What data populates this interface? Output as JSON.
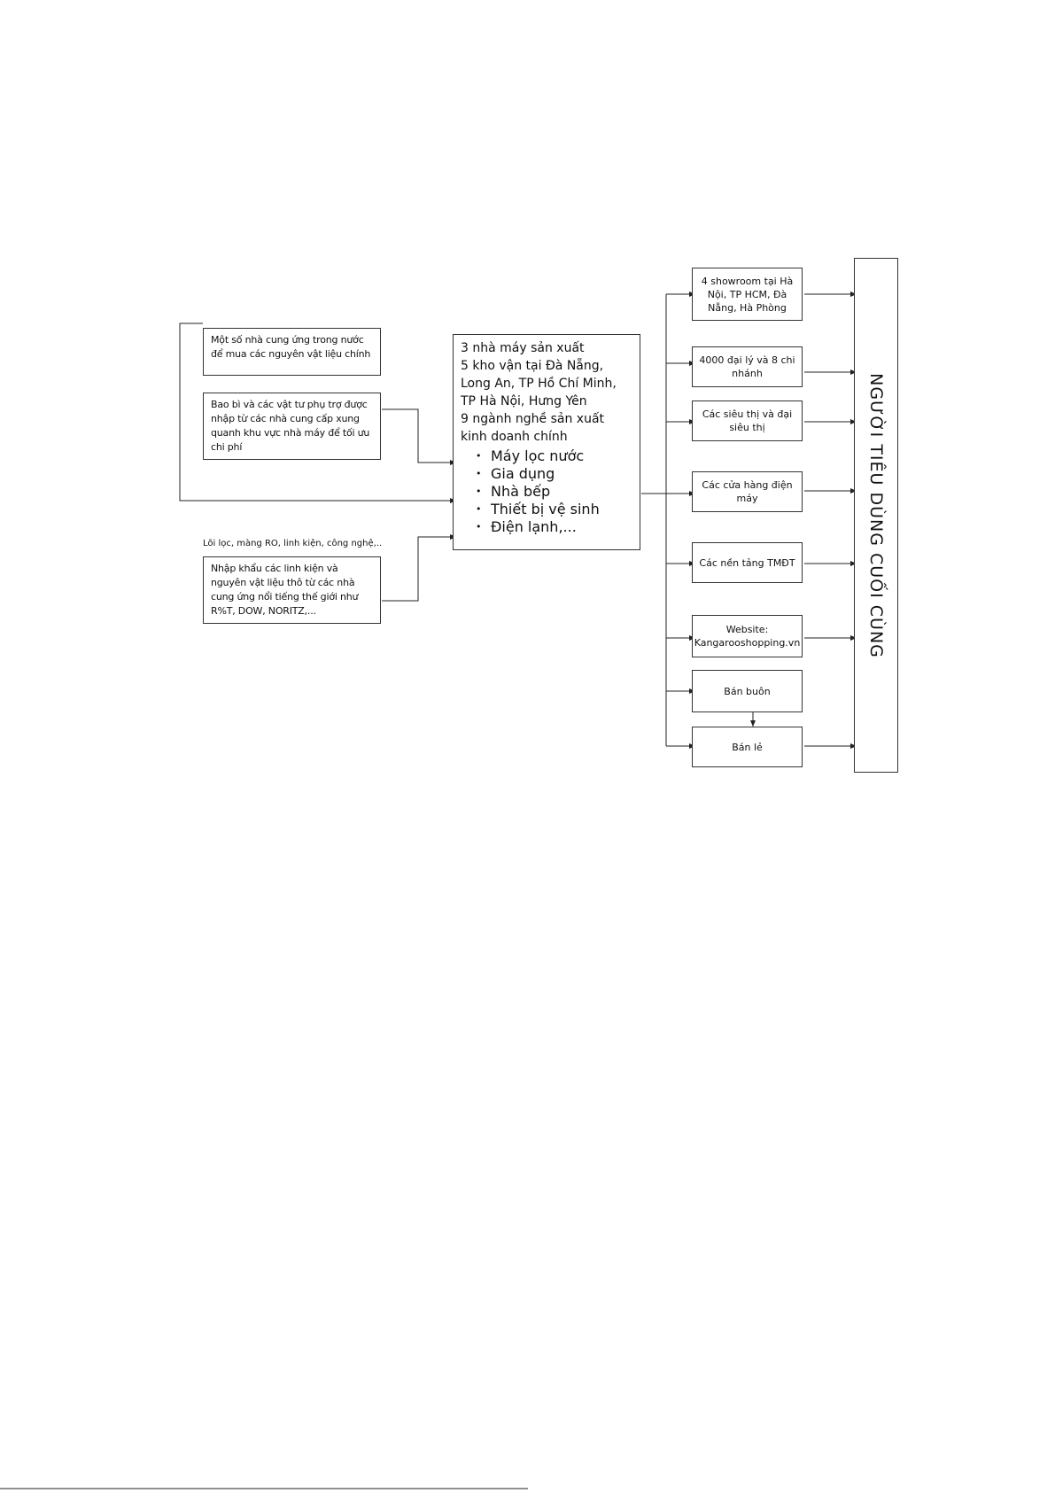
{
  "suppliers": {
    "s1": "Một số nhà cung ứng trong nước để mua các nguyên vật liệu chính",
    "s2": "Bao bì và các vật tư phụ trợ được nhập từ các nhà cung cấp xung quanh khu vực nhà máy để tối ưu chi phí",
    "s3_note": "Lõi lọc, màng RO, linh kiện, công nghệ,..",
    "s3": "Nhập khẩu các linh kiện và nguyên vật liệu thô từ các nhà cung ứng nổi tiếng thế giới như R%T, DOW, NORITZ,..."
  },
  "center": {
    "lines": [
      "3 nhà máy sản xuất",
      "5 kho vận tại Đà Nẵng, Long An, TP Hồ Chí Minh, TP Hà Nội, Hưng Yên",
      "9 ngành nghề sản xuất kinh doanh chính"
    ],
    "bullets": [
      "Máy lọc nước",
      "Gia dụng",
      "Nhà bếp",
      "Thiết bị vệ sinh",
      "Điện lạnh,..."
    ]
  },
  "channels": {
    "c1": "4 showroom tại Hà Nội, TP HCM, Đà Nẵng, Hà Phòng",
    "c2": "4000 đại lý và 8 chi nhánh",
    "c3": "Các siêu thị và đại siêu thị",
    "c4": "Các cửa hàng điện máy",
    "c5": "Các nền tảng TMĐT",
    "c6_label": "Website:",
    "c6_url": "Kangarooshopping.vn",
    "c7": "Bán buôn",
    "c8": "Bán lẻ"
  },
  "consumer": {
    "label": "NGƯỜI TIÊU DÙNG CUỐI CÙNG"
  },
  "colors": {
    "line": "#222222",
    "border": "#333333"
  }
}
